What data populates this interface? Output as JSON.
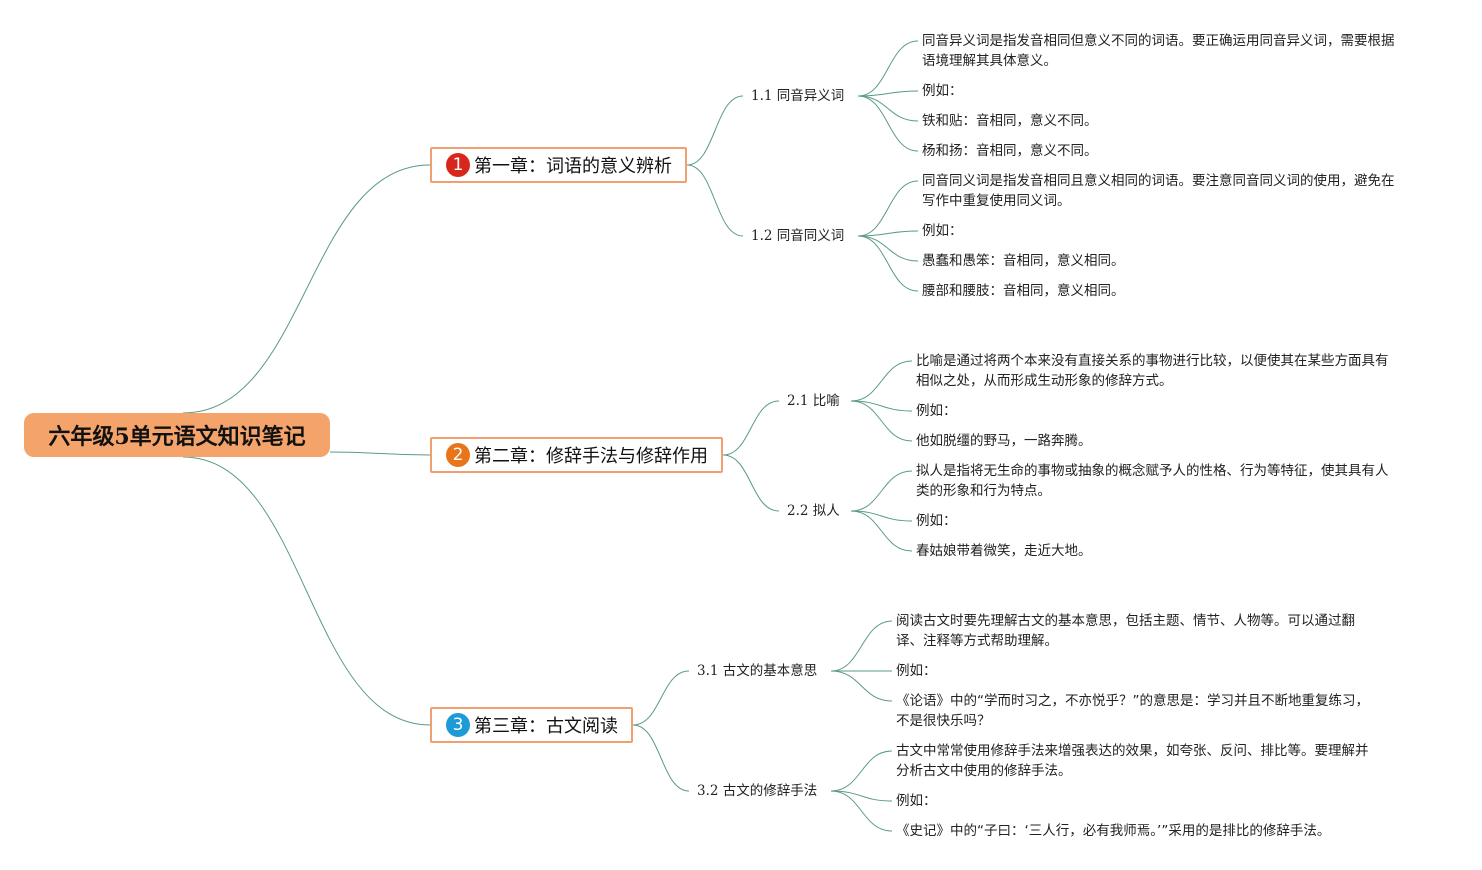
{
  "root": {
    "title": "六年级5单元语文知识笔记"
  },
  "chapters": [
    {
      "badge": "1",
      "badge_color": "#d9261c",
      "label": "第一章：词语的意义辨析",
      "sections": [
        {
          "label": "1.1 同音异义词",
          "leaves": [
            {
              "lines": [
                "同音异义词是指发音相同但意义不同的词语。要正确运用同音异义词，需要根据",
                "语境理解其具体意义。"
              ]
            },
            {
              "lines": [
                "例如："
              ]
            },
            {
              "lines": [
                "铁和贴：音相同，意义不同。"
              ]
            },
            {
              "lines": [
                "杨和扬：音相同，意义不同。"
              ]
            }
          ]
        },
        {
          "label": "1.2 同音同义词",
          "leaves": [
            {
              "lines": [
                "同音同义词是指发音相同且意义相同的词语。要注意同音同义词的使用，避免在",
                "写作中重复使用同义词。"
              ]
            },
            {
              "lines": [
                "例如："
              ]
            },
            {
              "lines": [
                "愚蠢和愚笨：音相同，意义相同。"
              ]
            },
            {
              "lines": [
                "腰部和腰肢：音相同，意义相同。"
              ]
            }
          ]
        }
      ]
    },
    {
      "badge": "2",
      "badge_color": "#e8751a",
      "label": "第二章：修辞手法与修辞作用",
      "sections": [
        {
          "label": "2.1 比喻",
          "leaves": [
            {
              "lines": [
                "比喻是通过将两个本来没有直接关系的事物进行比较，以便使其在某些方面具有",
                "相似之处，从而形成生动形象的修辞方式。"
              ]
            },
            {
              "lines": [
                "例如："
              ]
            },
            {
              "lines": [
                "他如脱缰的野马，一路奔腾。"
              ]
            }
          ]
        },
        {
          "label": "2.2 拟人",
          "leaves": [
            {
              "lines": [
                "拟人是指将无生命的事物或抽象的概念赋予人的性格、行为等特征，使其具有人",
                "类的形象和行为特点。"
              ]
            },
            {
              "lines": [
                "例如："
              ]
            },
            {
              "lines": [
                "春姑娘带着微笑，走近大地。"
              ]
            }
          ]
        }
      ]
    },
    {
      "badge": "3",
      "badge_color": "#1e9ad6",
      "label": "第三章：古文阅读",
      "sections": [
        {
          "label": "3.1 古文的基本意思",
          "leaves": [
            {
              "lines": [
                "阅读古文时要先理解古文的基本意思，包括主题、情节、人物等。可以通过翻",
                "译、注释等方式帮助理解。"
              ]
            },
            {
              "lines": [
                "例如："
              ]
            },
            {
              "lines": [
                "《论语》中的“学而时习之，不亦悦乎？”的意思是：学习并且不断地重复练习，",
                "不是很快乐吗？"
              ]
            }
          ]
        },
        {
          "label": "3.2 古文的修辞手法",
          "leaves": [
            {
              "lines": [
                "古文中常常使用修辞手法来增强表达的效果，如夸张、反问、排比等。要理解并",
                "分析古文中使用的修辞手法。"
              ]
            },
            {
              "lines": [
                "例如："
              ]
            },
            {
              "lines": [
                "《史记》中的“子曰：‘三人行，必有我师焉。’”采用的是排比的修辞手法。"
              ]
            }
          ]
        }
      ]
    }
  ],
  "colors": {
    "line": "#5a9a86",
    "chapter_border": "#f0a070",
    "root_fill": "#f4a36a"
  }
}
